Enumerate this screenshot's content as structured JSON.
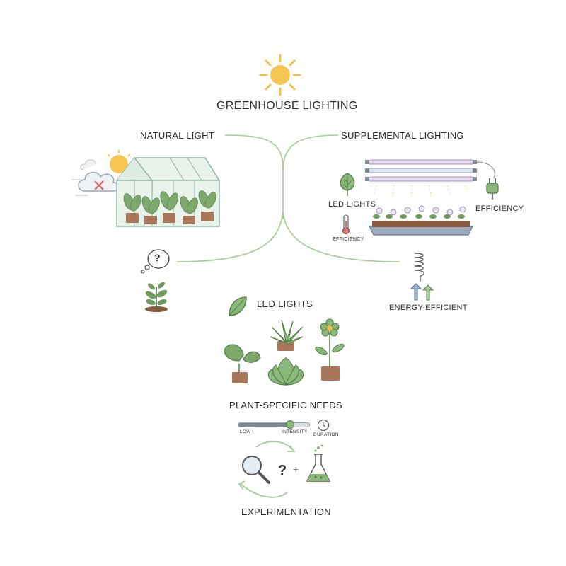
{
  "title": "GREENHOUSE LIGHTING",
  "natural": {
    "heading": "NATURAL LIGHT"
  },
  "supplemental": {
    "heading": "SUPPLEMENTAL LIGHTING",
    "led_label": "LED LIGHTS",
    "efficiency_label": "EFFICIENCY",
    "small_efficiency_label": "EFFICIENCY",
    "energy_label": "ENERGY-EFFICIENT"
  },
  "led_section": {
    "heading": "LED LIGHTS"
  },
  "plant_needs": {
    "heading": "PLANT-SPECIFIC NEEDS",
    "low_label": "LOW",
    "intensity_label": "INTENSITY",
    "duration_label": "DURATION",
    "slider_level": 0.72
  },
  "experimentation": {
    "heading": "EXPERIMENTATION",
    "question_mark": "?",
    "plus_sign": "+",
    "thought_mark": "?"
  },
  "colors": {
    "accent_green": "#8ab87a",
    "leaf_green": "#6f9a5e",
    "pot_brown": "#a9775a",
    "sun_yellow": "#f3c24e",
    "line_green": "#a8c99a"
  },
  "icons": [
    "sun-icon",
    "cloud-x-icon",
    "greenhouse-icon",
    "leaf-icon",
    "grow-lights-icon",
    "plug-icon",
    "thermometer-icon",
    "seed-tray-icon",
    "thought-bubble-icon",
    "seedling-icon",
    "spring-coil-icon",
    "arrows-up-icon",
    "houseplant-icon",
    "magnifier-icon",
    "flask-icon",
    "clock-icon",
    "cycle-arrows-icon"
  ]
}
